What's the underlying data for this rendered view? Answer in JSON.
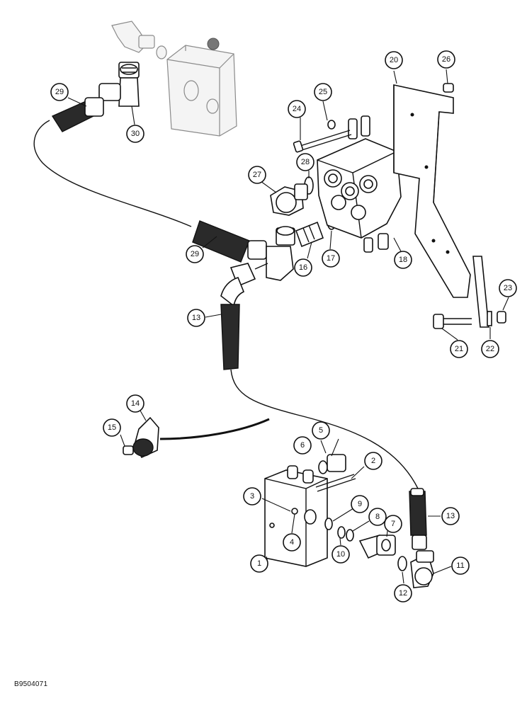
{
  "figure_code": "B9504071",
  "callouts": [
    "1",
    "2",
    "3",
    "4",
    "5",
    "6",
    "7",
    "8",
    "9",
    "10",
    "11",
    "12",
    "13",
    "13",
    "14",
    "15",
    "16",
    "17",
    "18",
    "20",
    "21",
    "22",
    "23",
    "24",
    "25",
    "26",
    "27",
    "28",
    "29",
    "29",
    "30"
  ]
}
